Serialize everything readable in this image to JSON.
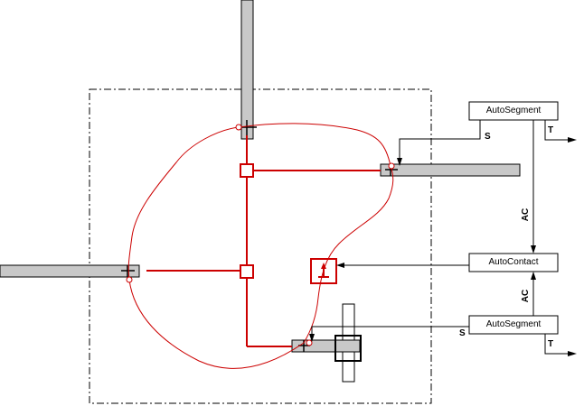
{
  "diagram": {
    "boxes": {
      "segment_top": "AutoSegment",
      "contact": "AutoContact",
      "segment_bottom": "AutoSegment"
    },
    "labels": {
      "s_top": "S",
      "t_top": "T",
      "ac_top": "AC",
      "ac_bottom": "AC",
      "s_bottom": "S",
      "t_bottom": "T"
    }
  }
}
